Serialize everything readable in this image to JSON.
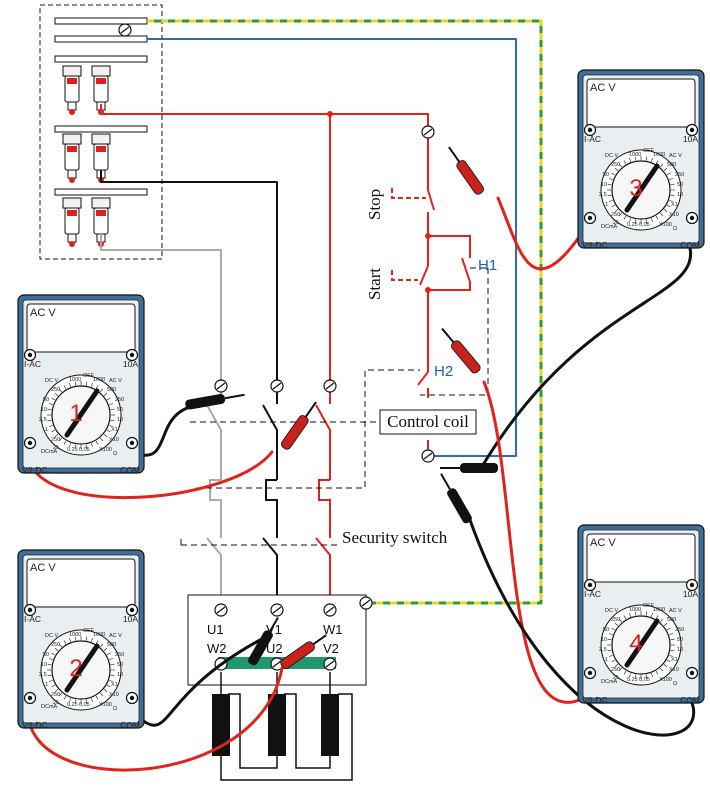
{
  "labels": {
    "stop": "Stop",
    "start": "Start",
    "h1": "H1",
    "h2": "H2",
    "control_coil": "Control coil",
    "security_switch": "Security switch"
  },
  "terminals": {
    "u1": "U1",
    "v1": "V1",
    "w1": "W1",
    "w2": "W2",
    "u2": "U2",
    "v2": "V2"
  },
  "meters": [
    {
      "id": "1",
      "display": "AC V",
      "left_port": "I-AC",
      "right_port": "10A",
      "bottom_left": "V/I-DC",
      "bottom_right": "COM"
    },
    {
      "id": "2",
      "display": "AC V",
      "left_port": "I-AC",
      "right_port": "10A",
      "bottom_left": "V/I-DC",
      "bottom_right": "COM"
    },
    {
      "id": "3",
      "display": "AC V",
      "left_port": "I-AC",
      "right_port": "10A",
      "bottom_left": "V/I-DC",
      "bottom_right": "COM"
    },
    {
      "id": "4",
      "display": "AC V",
      "left_port": "I-AC",
      "right_port": "10A",
      "bottom_left": "V/I-DC",
      "bottom_right": "COM"
    }
  ],
  "dial": {
    "off": "OFF",
    "dcv": "DC V",
    "acv": "AC V",
    "dcma": "DCmA",
    "ohm": "Ω",
    "x1": "X1",
    "x10": "X10",
    "x100": "X100",
    "top_left": "1000",
    "top_right": "1000",
    "r500": "500",
    "r250": "250",
    "r50": "50",
    "r10": "10",
    "l250": "250",
    "l50": "50",
    "l10": "10",
    "l25": "2,5",
    "l1": "1",
    "b250": "250",
    "b25": "25",
    "b025": "0,25",
    "b005": "0,05"
  },
  "colors": {
    "phase_red": "#e0231c",
    "neutral_blue": "#2a6db5",
    "earth_green": "#2e9b3b",
    "earth_yellow": "#e8d41e",
    "wire_black": "#111111",
    "wire_gray": "#aaaaaa",
    "meter_body": "#3f6f96",
    "meter_face": "#e9eef1",
    "probe_red": "#c9221c"
  }
}
